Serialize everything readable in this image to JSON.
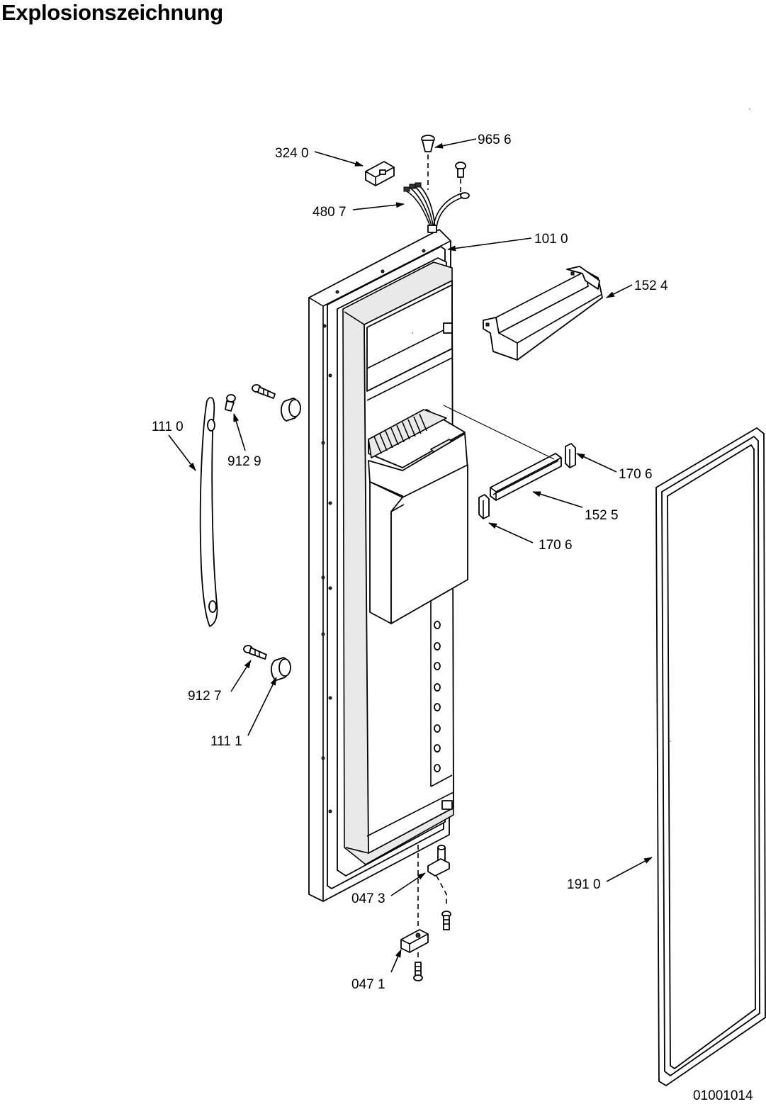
{
  "title": "Explosionszeichnung",
  "drawing_number": "01001014",
  "callouts": {
    "c3240": "324 0",
    "c9656": "965 6",
    "c4807": "480 7",
    "c1010": "101 0",
    "c1524": "152 4",
    "c1110": "111 0",
    "c9129": "912 9",
    "c1706a": "170 6",
    "c1525": "152 5",
    "c1706b": "170 6",
    "c9127": "912 7",
    "c1111": "111 1",
    "c1910": "191 0",
    "c0473": "047 3",
    "c0471": "047 1"
  }
}
